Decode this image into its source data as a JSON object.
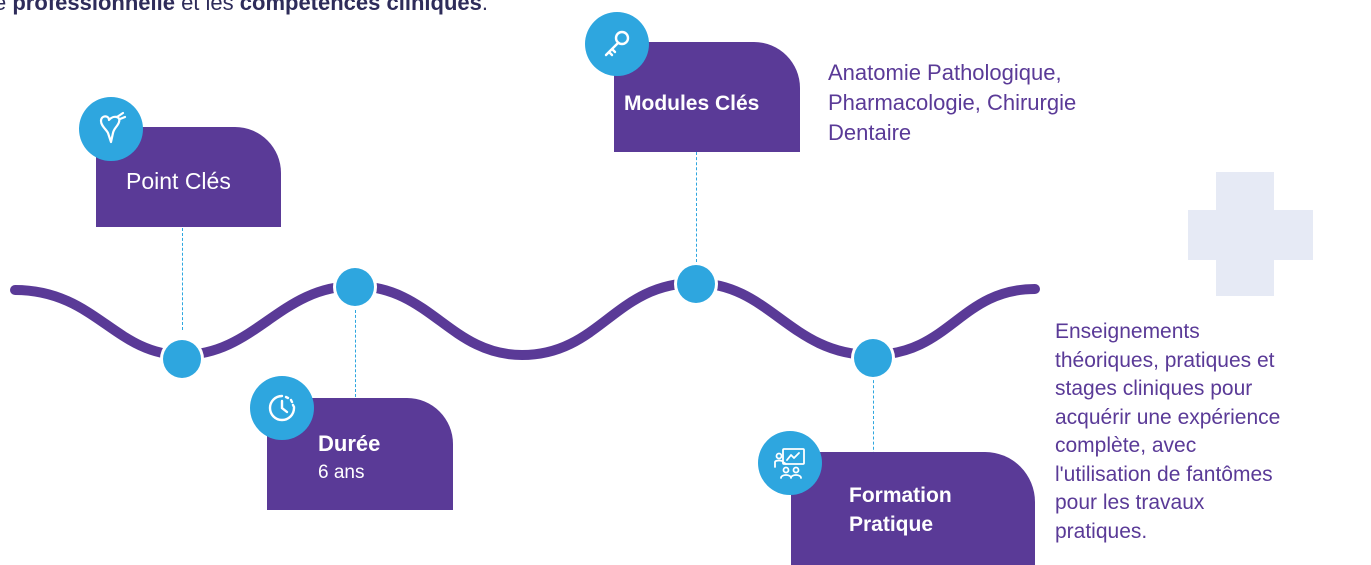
{
  "intro": {
    "part1": "e ",
    "bold1": "professionnelle",
    "part2": " et les ",
    "bold2": "compétences cliniques",
    "part3": "."
  },
  "timeline": {
    "points_cles": {
      "label": "Point Clés",
      "icon": "dental-tools-icon"
    },
    "duree": {
      "label": "Durée",
      "value": "6 ans",
      "icon": "clock-icon"
    },
    "modules_cles": {
      "label": "Modules Clés",
      "icon": "key-icon",
      "description_lines": [
        "Anatomie Pathologique,",
        "Pharmacologie, Chirurgie",
        "Dentaire"
      ]
    },
    "formation_pratique": {
      "label_lines": [
        "Formation",
        "Pratique"
      ],
      "icon": "presentation-icon",
      "description_lines": [
        "Enseignements",
        "théoriques, pratiques et",
        "stages cliniques pour",
        "acquérir une expérience",
        "complète, avec",
        "l'utilisation de fantômes",
        "pour les travaux",
        "pratiques."
      ]
    }
  },
  "colors": {
    "purple": "#5a3a97",
    "blue": "#2ea6df",
    "plus": "#e6eaf5"
  }
}
